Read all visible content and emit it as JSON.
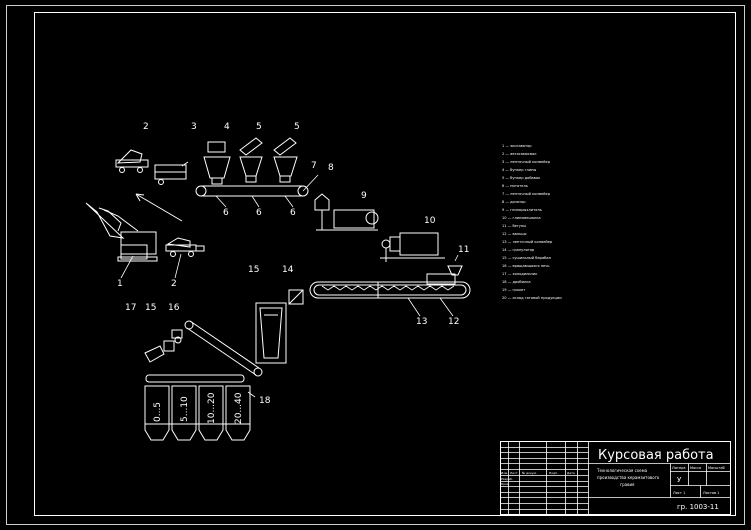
{
  "drawing": {
    "labels": {
      "l1": "1",
      "l2a": "2",
      "l2b": "2",
      "l3": "3",
      "l4": "4",
      "l5a": "5",
      "l5b": "5",
      "l6a": "6",
      "l6b": "6",
      "l6c": "6",
      "l7": "7",
      "l8": "8",
      "l9": "9",
      "l10": "10",
      "l11": "11",
      "l12": "12",
      "l13": "13",
      "l14": "14",
      "l15a": "15",
      "l15b": "15",
      "l16": "16",
      "l17": "17",
      "l18": "18"
    },
    "bins": [
      "0...5",
      "5...10",
      "10...20",
      "20...40"
    ]
  },
  "legend": {
    "items": [
      "1 — экскаватор",
      "2 — автосамосвал",
      "3 — ленточный конвейер",
      "4 — бункер глины",
      "5 — бункер добавок",
      "6 — питатель",
      "7 — ленточный конвейер",
      "8 — дозатор",
      "9 — глинорыхлитель",
      "10 — глиномешалка",
      "11 — бегуны",
      "12 — вальцы",
      "13 — ленточный конвейер",
      "14 — гранулятор",
      "15 — сушильный барабан",
      "16 — вращающаяся печь",
      "17 — холодильник",
      "18 — дробилка",
      "19 — грохот",
      "20 — склад готовой продукции"
    ]
  },
  "title_block": {
    "title": "Курсовая работа",
    "doc_code": "гр. 1003-11",
    "subject_line1": "Технологическая схема",
    "subject_line2": "производства керамзитового",
    "subject_line3": "гравия",
    "col_litera": "Литера",
    "col_mass": "Масса",
    "col_scale": "Масштаб",
    "litera_value": "У",
    "sheet_label": "Лист 1",
    "sheets_label": "Листов 1",
    "stamp_izm": "Изм.",
    "stamp_list": "Лист",
    "stamp_doc": "№ докум.",
    "stamp_sign": "Подп.",
    "stamp_date": "Дата",
    "row_razrab": "Разраб.",
    "row_prov": "Пров."
  }
}
